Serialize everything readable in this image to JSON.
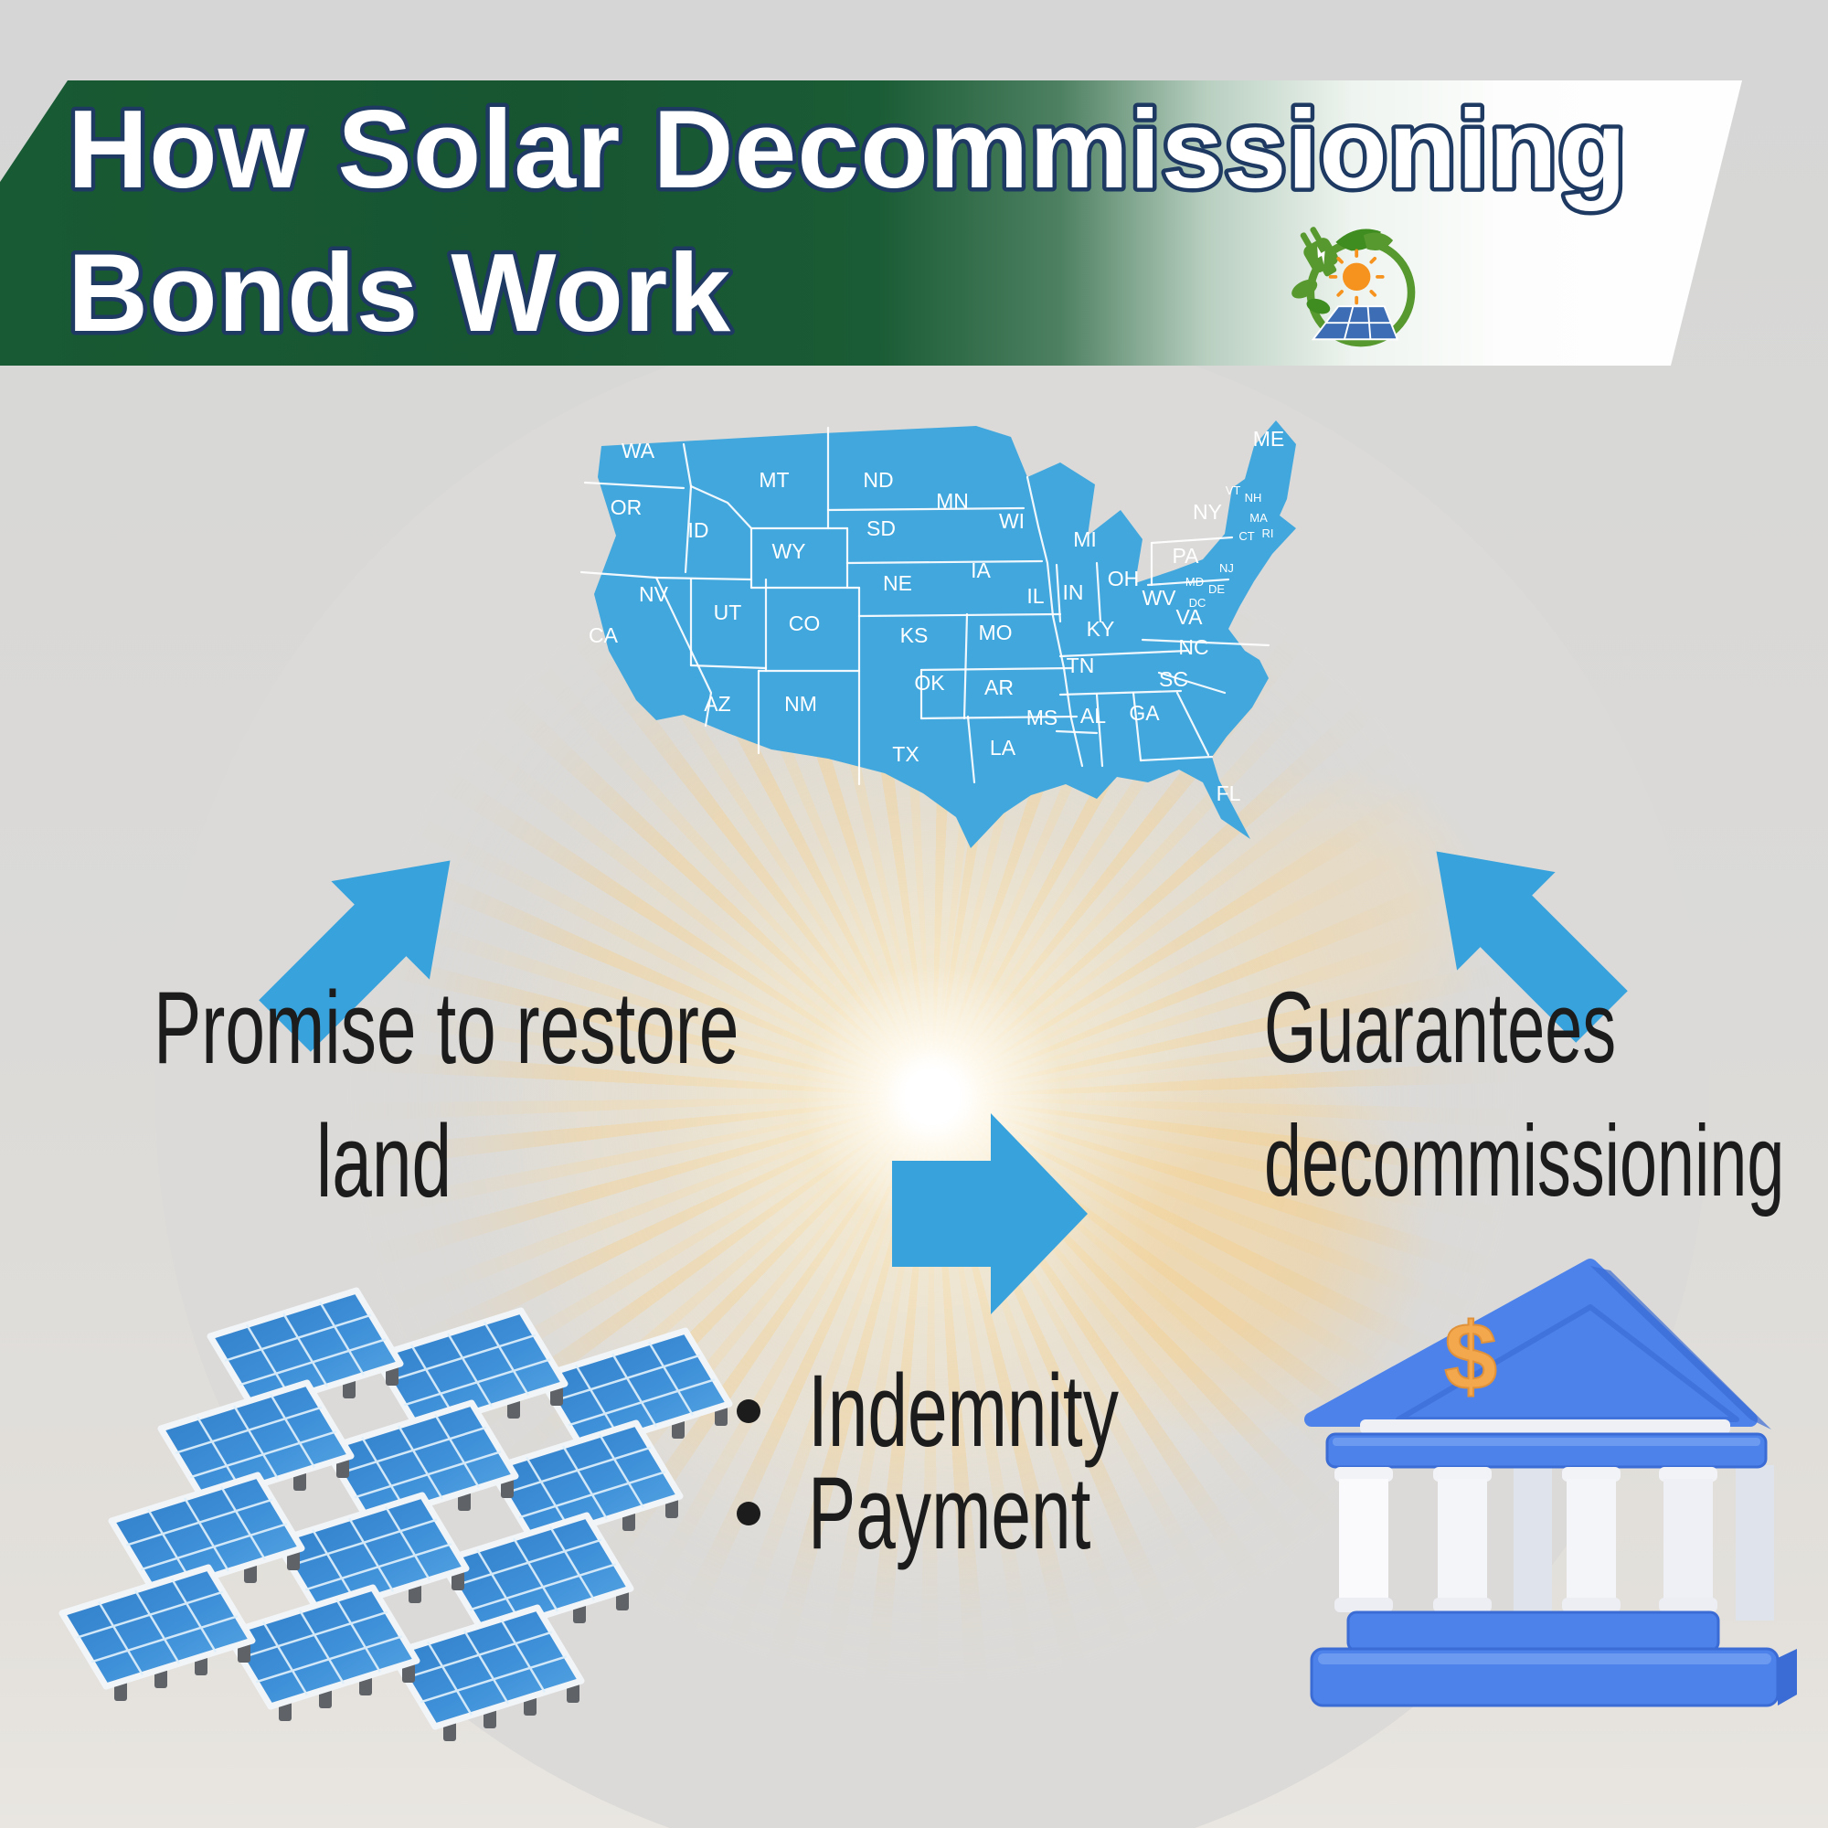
{
  "header": {
    "title_line1": "How Solar Decommissioning",
    "title_line2": "Bonds Work"
  },
  "logo": {
    "icon": "eco-plug-sun-solar-panel-logo"
  },
  "map": {
    "region": "United States",
    "states": [
      "WA",
      "MT",
      "ND",
      "MN",
      "OR",
      "ID",
      "SD",
      "WI",
      "MI",
      "NY",
      "ME",
      "VT",
      "NH",
      "MA",
      "CT",
      "RI",
      "WY",
      "IA",
      "NE",
      "PA",
      "NJ",
      "NV",
      "UT",
      "CO",
      "IL",
      "IN",
      "OH",
      "MD",
      "DE",
      "DC",
      "WV",
      "VA",
      "CA",
      "KS",
      "MO",
      "KY",
      "NC",
      "TN",
      "SC",
      "OK",
      "AR",
      "AZ",
      "NM",
      "MS",
      "AL",
      "GA",
      "TX",
      "LA",
      "FL"
    ]
  },
  "flow": {
    "promise": {
      "line1": "Promise to restore",
      "line2": "land"
    },
    "guarantee": {
      "line1": "Guarantees",
      "line2": "decommissioning"
    },
    "bond_terms": [
      "Indemnity",
      "Payment"
    ]
  },
  "colors": {
    "banner_green": "#185A33",
    "title_text": "#FFFFFF",
    "title_outline": "#1E3A63",
    "map_blue": "#41A7DD",
    "arrow_blue": "#38A2DC",
    "body_text": "#1C1C1C",
    "bank_blue": "#4D82EA",
    "bank_blue_dark": "#3B6BD4",
    "dollar_orange": "#F3A84E",
    "panel_blue": "#2F7CC7",
    "logo_green": "#57992F",
    "sun_orange": "#F6921E",
    "ray_gold": "#F3CD8A"
  }
}
